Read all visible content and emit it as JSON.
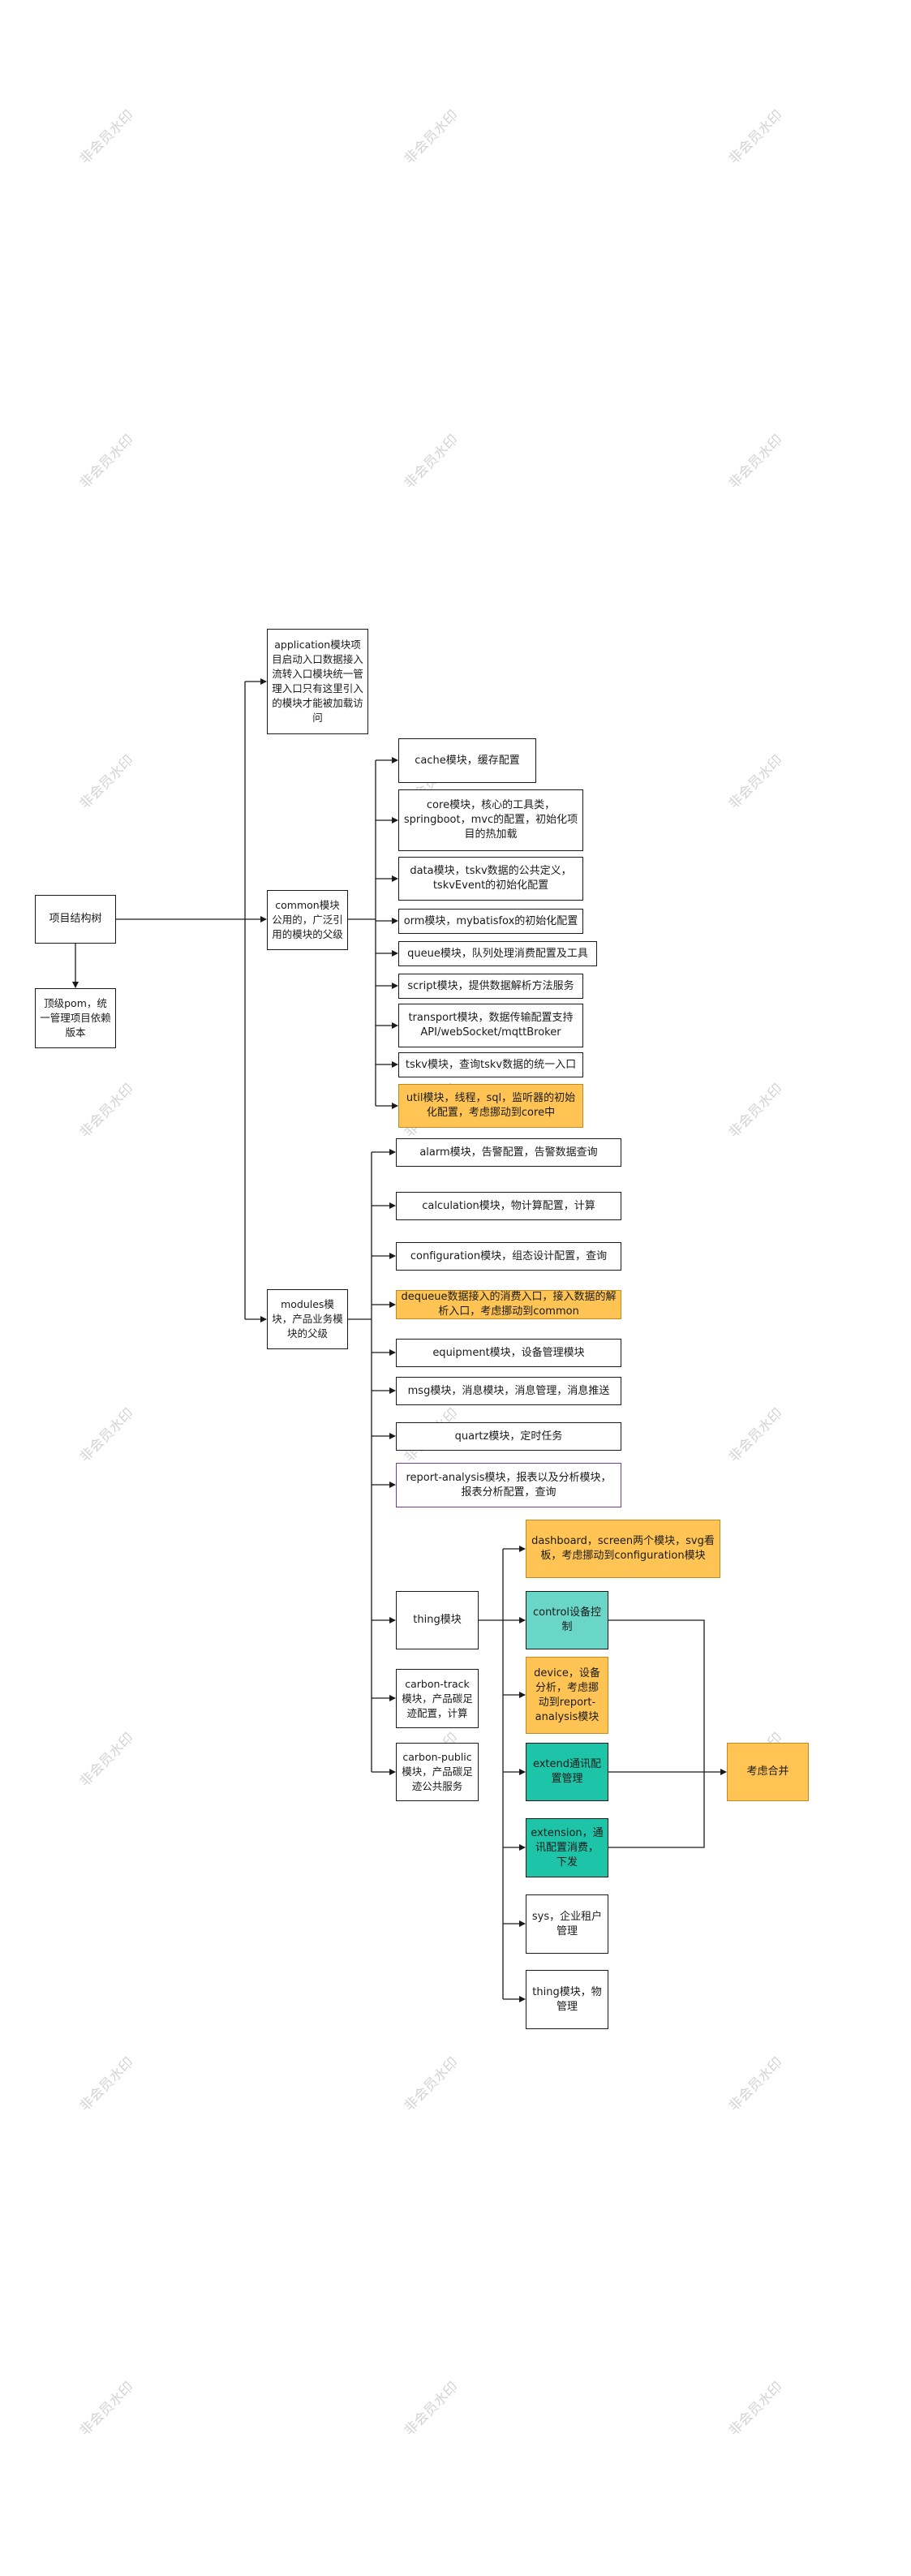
{
  "watermark": {
    "text": "非会员水印"
  },
  "colors": {
    "line": "#1a1a1a",
    "orange_fill": "#ffc454",
    "teal_light_fill": "#6ad6c8",
    "teal_fill": "#1dc4a8",
    "watermark": "#d4d4d4"
  },
  "nodes": {
    "root": "项目结构树",
    "pom": "顶级pom，统一管理项目依赖版本",
    "application": "application模块项目启动入口数据接入流转入口模块统一管理入口只有这里引入的模块才能被加载访问",
    "common": "common模块公用的，广泛引用的模块的父级",
    "modules": "modules模块，产品业务模块的父级",
    "cache": "cache模块，缓存配置",
    "core": "core模块，核心的工具类，springboot，mvc的配置，初始化项目的热加载",
    "data": "data模块，tskv数据的公共定义，tskvEvent的初始化配置",
    "orm": "orm模块，mybatisfox的初始化配置",
    "queue": "queue模块，队列处理消费配置及工具",
    "script": "script模块，提供数据解析方法服务",
    "transport": "transport模块，数据传输配置支持API/webSocket/mqttBroker",
    "tskv": "tskv模块，查询tskv数据的统一入口",
    "util": "util模块，线程，sql，监听器的初始化配置，考虑挪动到core中",
    "alarm": "alarm模块，告警配置，告警数据查询",
    "calculation": "calculation模块，物计算配置，计算",
    "configuration": "configuration模块，组态设计配置，查询",
    "dequeue": "dequeue数据接入的消费入口，接入数据的解析入口，考虑挪动到common",
    "equipment": "equipment模块，设备管理模块",
    "msg": "msg模块，消息模块，消息管理，消息推送",
    "quartz": "quartz模块，定时任务",
    "report_analysis": "report-analysis模块，报表以及分析模块，报表分析配置，查询",
    "thing": "thing模块",
    "carbon_track": "carbon-track模块，产品碳足迹配置，计算",
    "carbon_public": "carbon-public模块，产品碳足迹公共服务",
    "dashboard": "dashboard，screen两个模块，svg看板，考虑挪动到configuration模块",
    "control": "control设备控制",
    "device": "device，设备分析，考虑挪动到report-analysis模块",
    "extend": "extend通讯配置管理",
    "extension": "extension，通讯配置消费，下发",
    "sys": "sys，企业租户管理",
    "thing_sub": "thing模块，物管理",
    "merge": "考虑合并"
  }
}
